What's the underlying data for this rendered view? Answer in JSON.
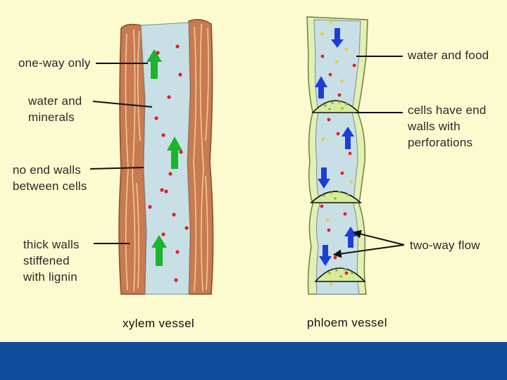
{
  "xylem": {
    "caption": "xylem vessel",
    "labels": {
      "one_way": "one-way only",
      "water_minerals": "water and\nminerals",
      "no_end_walls": "no end walls\nbetween cells",
      "thick_walls": "thick walls\nstiffened\nwith lignin"
    }
  },
  "phloem": {
    "caption": "phloem vessel",
    "labels": {
      "water_food": "water and food",
      "end_walls": "cells have end\nwalls with\nperforations",
      "two_way": "two-way flow"
    }
  },
  "colors": {
    "background": "#fbfbcf",
    "xylem_wall": "#c87a50",
    "vessel_fill": "#c9dfe6",
    "phloem_wall": "#e2f0b2",
    "up_arrow": "#19b52c",
    "phloem_arrow": "#1b3fd6",
    "particle": "#e0202a",
    "footer": "#0f4b9c"
  }
}
